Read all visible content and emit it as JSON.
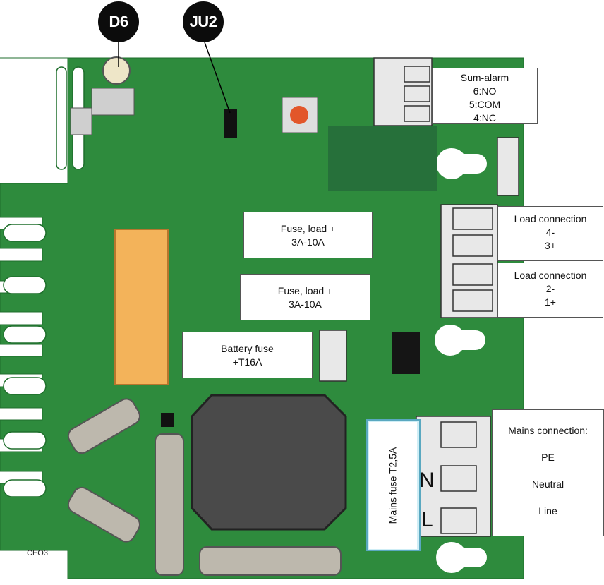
{
  "callouts": {
    "d6": "D6",
    "ju2": "JU2"
  },
  "labels": {
    "sum_alarm": {
      "title": "Sum-alarm",
      "line1": "6:NO",
      "line2": "5:COM",
      "line3": "4:NC"
    },
    "load_connection_a": {
      "title": "Load connection",
      "line1": "4-",
      "line2": "3+"
    },
    "load_connection_b": {
      "title": "Load connection",
      "line1": "2-",
      "line2": "1+"
    },
    "fuse_load_1": {
      "line1": "Fuse, load +",
      "line2": "3A-10A"
    },
    "fuse_load_2": {
      "line1": "Fuse, load +",
      "line2": "3A-10A"
    },
    "battery_fuse": {
      "line1": "Battery fuse",
      "line2": "+T16A"
    },
    "mains_fuse": "Mains fuse T2,5A",
    "mains_connection": {
      "title": "Mains connection:",
      "pe": "PE",
      "neutral": "Neutral",
      "line": "Line"
    },
    "terminal_n": "N",
    "terminal_l": "L",
    "board_code": "CEO3"
  },
  "colors": {
    "pcb": "#2e8b3d",
    "pcb_edge": "#1f6e2c",
    "dark_region": "#26703a",
    "orange_component": "#f3b35a",
    "red_button": "#e2562a",
    "connector_gray": "#c9c9c9",
    "choke": "#4a4a4a"
  }
}
